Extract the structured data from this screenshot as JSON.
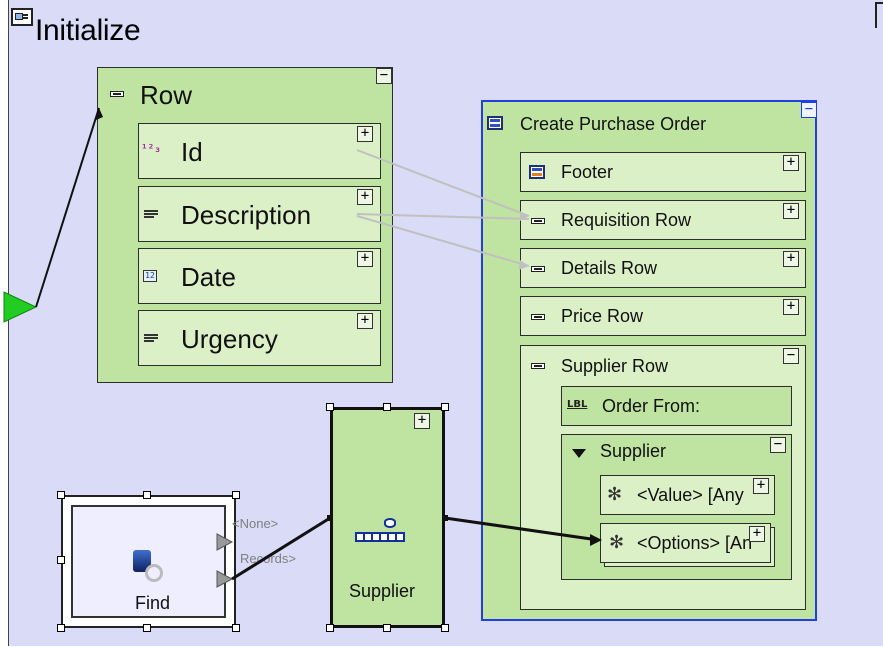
{
  "canvas": {
    "title": "Initialize"
  },
  "row_group": {
    "label": "Row",
    "toggle": "−",
    "fields": [
      {
        "label": "Id",
        "icon": "number-icon",
        "icon_text": "¹²₃",
        "toggle": "+"
      },
      {
        "label": "Description",
        "icon": "text-lines-icon",
        "toggle": "+"
      },
      {
        "label": "Date",
        "icon": "date-field-icon",
        "icon_text": "12",
        "toggle": "+"
      },
      {
        "label": "Urgency",
        "icon": "text-lines-icon",
        "toggle": "+"
      }
    ]
  },
  "purchase_order": {
    "label": "Create Purchase Order",
    "toggle": "−",
    "items": [
      {
        "label": "Footer",
        "toggle": "+"
      },
      {
        "label": "Requisition Row",
        "toggle": "+"
      },
      {
        "label": "Details Row",
        "toggle": "+"
      },
      {
        "label": "Price Row",
        "toggle": "+"
      }
    ],
    "supplier_row": {
      "label": "Supplier Row",
      "toggle": "−",
      "order_from": {
        "label": "Order From:",
        "icon_text": "LBL"
      },
      "supplier": {
        "label": "Supplier",
        "toggle": "−",
        "value_label": "<Value> [Any",
        "options_label": "<Options> [An",
        "toggle_plus": "+"
      }
    }
  },
  "find_node": {
    "label": "Find",
    "port_none": "<None>",
    "port_records": "Records>"
  },
  "supplier_node": {
    "label": "Supplier",
    "toggle": "+"
  },
  "colors": {
    "background": "#d9dbf7",
    "group_fill": "#bfe3a0",
    "selected_border": "#2040e0",
    "wire_dark": "#111111",
    "wire_light": "#c0c0c0",
    "start_arrow": "#22cc22"
  }
}
